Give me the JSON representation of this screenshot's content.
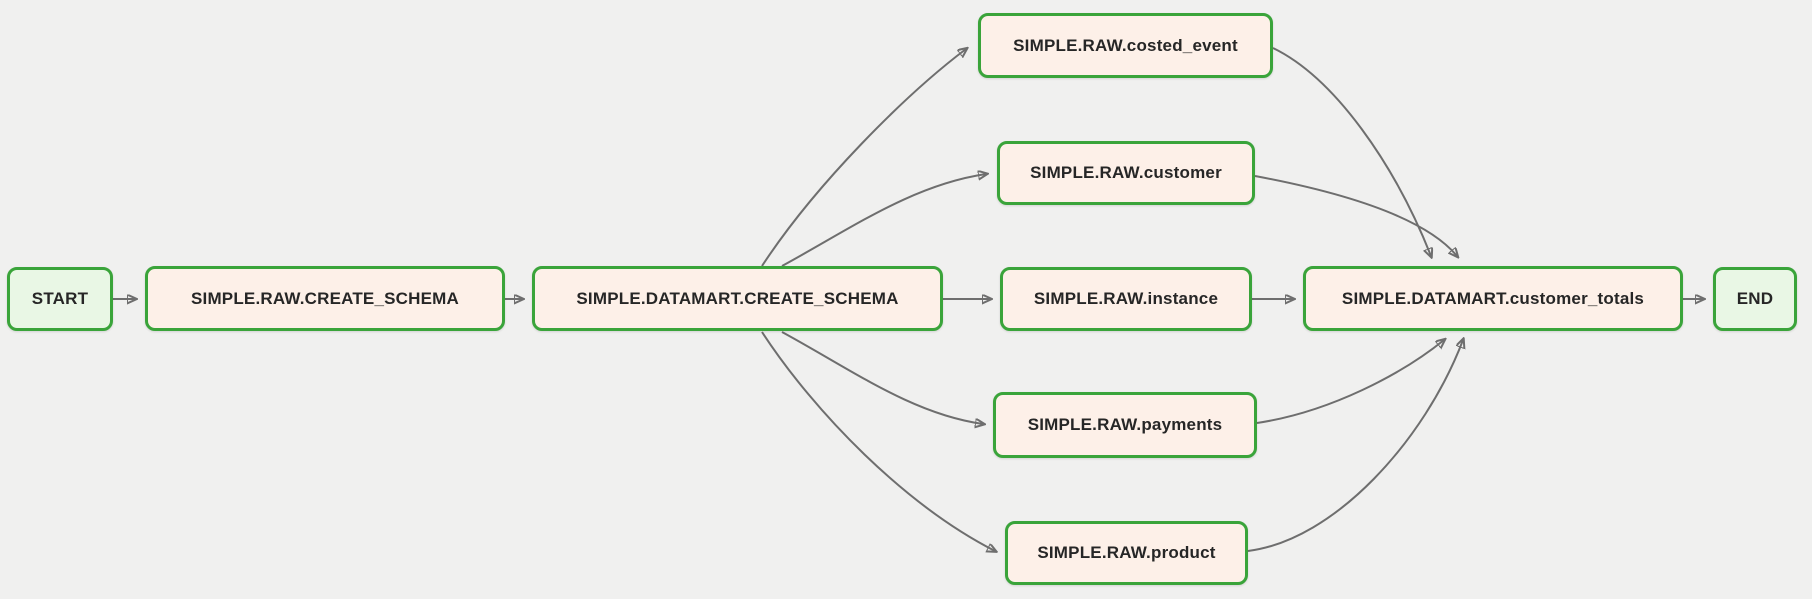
{
  "diagram": {
    "background_color": "#f0f0ef",
    "node_border_color": "#3aa43a",
    "task_fill_color": "#fdf0e8",
    "terminal_fill_color": "#e9f7e5",
    "edge_color": "#6e6e6e",
    "text_color": "#262626"
  },
  "nodes": {
    "start": {
      "label": "START",
      "type": "terminal"
    },
    "raw_create_schema": {
      "label": "SIMPLE.RAW.CREATE_SCHEMA",
      "type": "task"
    },
    "datamart_create_schema": {
      "label": "SIMPLE.DATAMART.CREATE_SCHEMA",
      "type": "task"
    },
    "raw_costed_event": {
      "label": "SIMPLE.RAW.costed_event",
      "type": "task"
    },
    "raw_customer": {
      "label": "SIMPLE.RAW.customer",
      "type": "task"
    },
    "raw_instance": {
      "label": "SIMPLE.RAW.instance",
      "type": "task"
    },
    "raw_payments": {
      "label": "SIMPLE.RAW.payments",
      "type": "task"
    },
    "raw_product": {
      "label": "SIMPLE.RAW.product",
      "type": "task"
    },
    "datamart_customer_totals": {
      "label": "SIMPLE.DATAMART.customer_totals",
      "type": "task"
    },
    "end": {
      "label": "END",
      "type": "terminal"
    }
  },
  "edges": [
    {
      "from": "START",
      "to": "SIMPLE.RAW.CREATE_SCHEMA"
    },
    {
      "from": "SIMPLE.RAW.CREATE_SCHEMA",
      "to": "SIMPLE.DATAMART.CREATE_SCHEMA"
    },
    {
      "from": "SIMPLE.DATAMART.CREATE_SCHEMA",
      "to": "SIMPLE.RAW.costed_event"
    },
    {
      "from": "SIMPLE.DATAMART.CREATE_SCHEMA",
      "to": "SIMPLE.RAW.customer"
    },
    {
      "from": "SIMPLE.DATAMART.CREATE_SCHEMA",
      "to": "SIMPLE.RAW.instance"
    },
    {
      "from": "SIMPLE.DATAMART.CREATE_SCHEMA",
      "to": "SIMPLE.RAW.payments"
    },
    {
      "from": "SIMPLE.DATAMART.CREATE_SCHEMA",
      "to": "SIMPLE.RAW.product"
    },
    {
      "from": "SIMPLE.RAW.costed_event",
      "to": "SIMPLE.DATAMART.customer_totals"
    },
    {
      "from": "SIMPLE.RAW.customer",
      "to": "SIMPLE.DATAMART.customer_totals"
    },
    {
      "from": "SIMPLE.RAW.instance",
      "to": "SIMPLE.DATAMART.customer_totals"
    },
    {
      "from": "SIMPLE.RAW.payments",
      "to": "SIMPLE.DATAMART.customer_totals"
    },
    {
      "from": "SIMPLE.RAW.product",
      "to": "SIMPLE.DATAMART.customer_totals"
    },
    {
      "from": "SIMPLE.DATAMART.customer_totals",
      "to": "END"
    }
  ]
}
